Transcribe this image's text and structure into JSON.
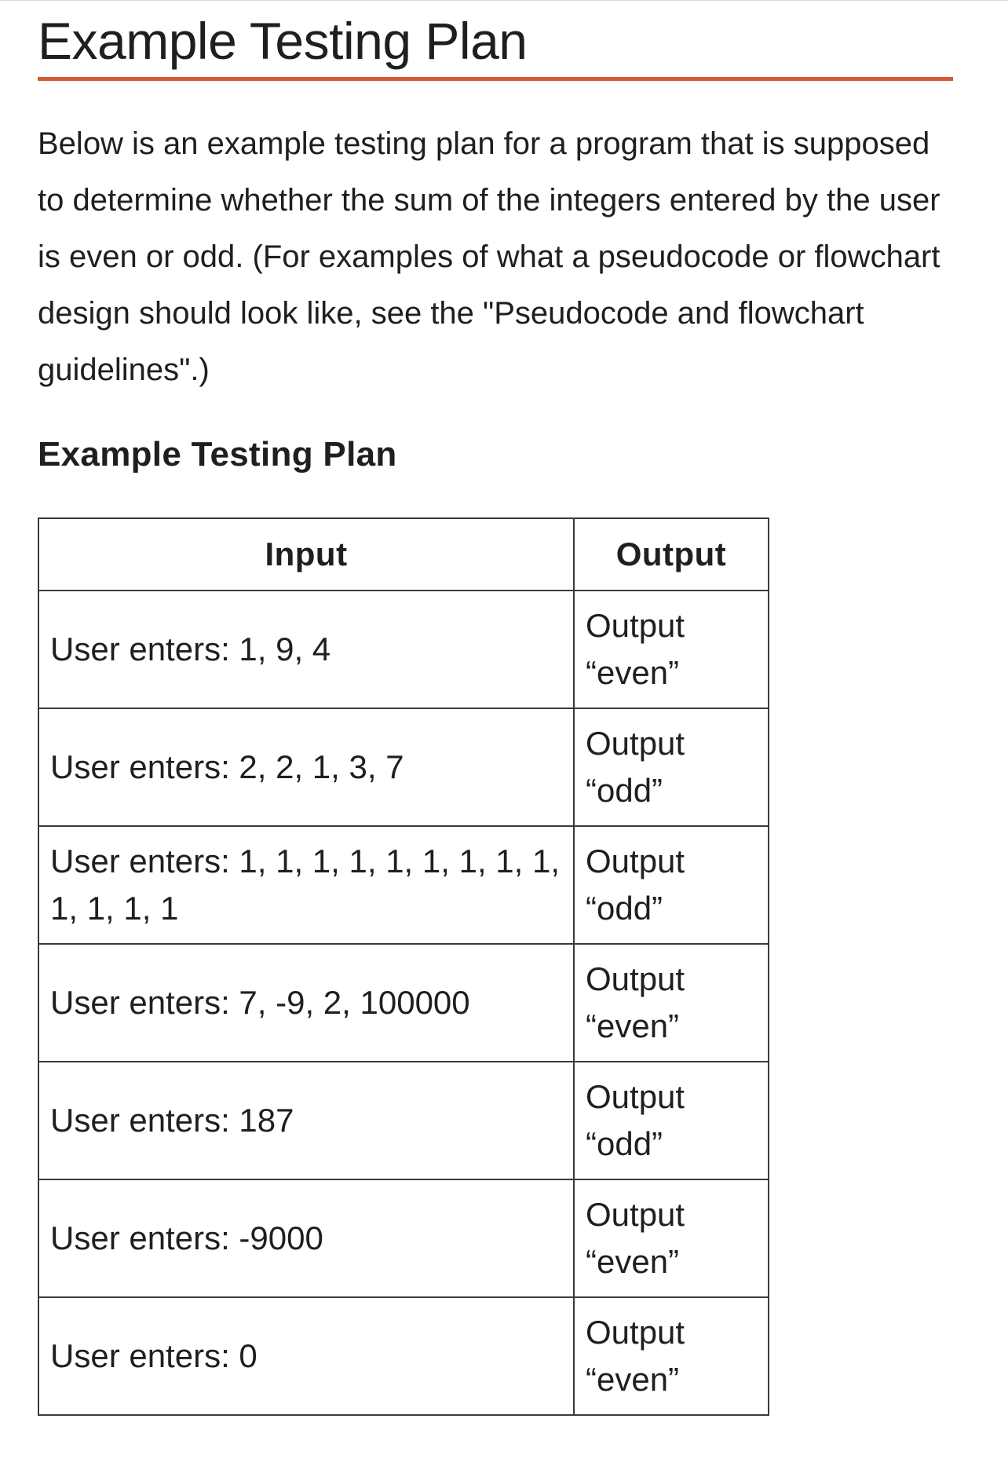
{
  "page": {
    "title": "Example Testing Plan",
    "intro": "Below is an example testing plan for a program that is supposed to determine whether the sum of the integers entered by the user is even or odd. (For examples of what a pseudocode or flowchart design should look like, see the \"Pseudocode and flowchart guidelines\".)",
    "section_heading": "Example Testing Plan"
  },
  "colors": {
    "title_rule": "#d35a33",
    "text": "#1f1f1f",
    "table_border": "#3a3a3a"
  },
  "table": {
    "headers": {
      "input": "Input",
      "output": "Output"
    },
    "rows": [
      {
        "input": "User enters: 1, 9, 4",
        "output_word": "Output",
        "output_value": "“even”"
      },
      {
        "input": "User enters: 2, 2, 1, 3, 7",
        "output_word": "Output",
        "output_value": "“odd”"
      },
      {
        "input": "User enters: 1, 1, 1, 1, 1, 1, 1, 1, 1, 1, 1, 1, 1",
        "output_word": "Output",
        "output_value": "“odd”"
      },
      {
        "input": "User enters: 7, -9, 2, 100000",
        "output_word": "Output",
        "output_value": "“even”"
      },
      {
        "input": "User enters: 187",
        "output_word": "Output",
        "output_value": "“odd”"
      },
      {
        "input": "User enters: -9000",
        "output_word": "Output",
        "output_value": "“even”"
      },
      {
        "input": "User enters: 0",
        "output_word": "Output",
        "output_value": "“even”"
      }
    ]
  }
}
